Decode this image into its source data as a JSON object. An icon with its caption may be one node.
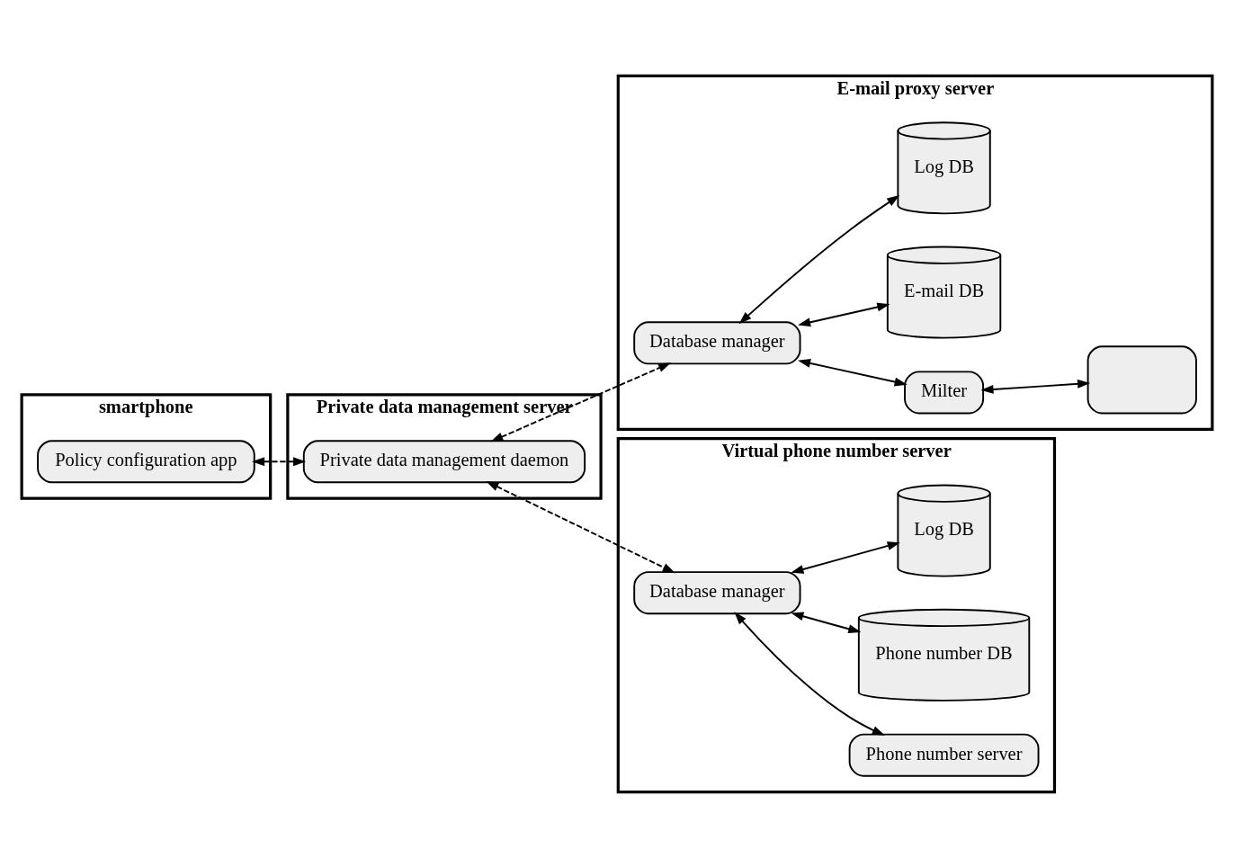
{
  "diagram": {
    "nodes": [
      {
        "text": [
          "smartphone"
        ]
      },
      {
        "text": [
          "Policy configuration app"
        ],
        "in": 0
      },
      {
        "text": [
          "Private data management server"
        ]
      },
      {
        "text": [
          "Private data management daemon"
        ],
        "in": 2
      },
      {
        "text": [
          "E-mail proxy server"
        ]
      },
      {
        "text": [
          "Database manager"
        ],
        "in": 4
      },
      {
        "text": [
          "Milter"
        ],
        "in": 4
      },
      {
        "text": [],
        "shape": "box",
        "in": 4
      },
      {
        "text": [
          "E-mail DB"
        ],
        "in": 4
      },
      {
        "text": [
          "Log DB"
        ],
        "in": 4
      },
      {
        "text": [
          "Virtual phone number server"
        ]
      },
      {
        "text": [
          "Database manager"
        ],
        "in": 10
      },
      {
        "text": [
          "Phone number server"
        ],
        "in": 10
      },
      {
        "text": [
          "Phone number DB"
        ],
        "in": 10
      },
      {
        "text": [
          "Log DB"
        ],
        "in": 10
      }
    ],
    "edges": [
      {
        "from": 1,
        "to": 3,
        "arrow": "both",
        "style": "dashed"
      },
      {
        "from": 3,
        "to": 5,
        "arrow": "both",
        "style": "dashed"
      },
      {
        "from": 3,
        "to": 11,
        "arrow": "both",
        "style": "dashed"
      },
      {
        "from": 5,
        "to": 6,
        "arrow": "both"
      },
      {
        "from": 6,
        "to": 7,
        "arrow": "both"
      },
      {
        "from": 5,
        "to": 8,
        "arrow": "both"
      },
      {
        "from": 5,
        "to": 9,
        "arrow": "both"
      },
      {
        "from": 11,
        "to": 12,
        "arrow": "both"
      },
      {
        "from": 11,
        "to": 13,
        "arrow": "both"
      },
      {
        "from": 11,
        "to": 14,
        "arrow": "both"
      }
    ]
  }
}
